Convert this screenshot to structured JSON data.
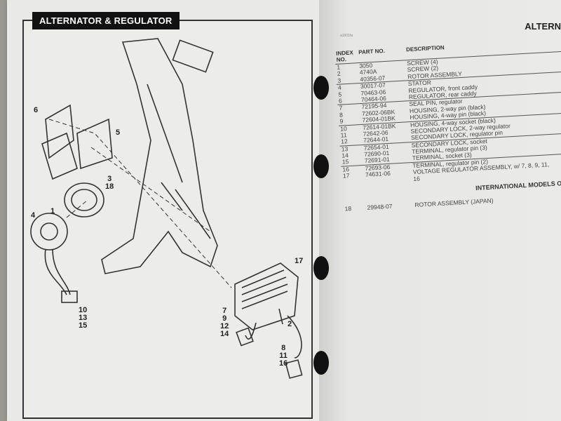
{
  "left_page": {
    "title": "ALTERNATOR & REGULATOR",
    "callouts": [
      {
        "id": "c6",
        "text": "6"
      },
      {
        "id": "c5",
        "text": "5"
      },
      {
        "id": "c3",
        "text": "3\n18"
      },
      {
        "id": "c1",
        "text": "1"
      },
      {
        "id": "c4",
        "text": "4"
      },
      {
        "id": "c10",
        "text": "10\n13\n15"
      },
      {
        "id": "c17",
        "text": "17"
      },
      {
        "id": "c7",
        "text": "7\n9\n12\n14"
      },
      {
        "id": "c2",
        "text": "2"
      },
      {
        "id": "c8",
        "text": "8\n11\n16"
      }
    ]
  },
  "right_page": {
    "title": "ALTERN",
    "figure_code": "a1001fa",
    "headers": {
      "index": "INDEX NO.",
      "part": "PART NO.",
      "description": "DESCRIPTION"
    },
    "rows": [
      {
        "index": "1",
        "part": "3050",
        "description": "SCREW (4)"
      },
      {
        "index": "2",
        "part": "4740A",
        "description": "SCREW (2)"
      },
      {
        "index": "3",
        "part": "40356-07",
        "description": "ROTOR ASSEMBLY"
      },
      {
        "index": "4",
        "part": "30017-07",
        "description": "STATOR"
      },
      {
        "index": "5",
        "part": "70463-06",
        "description": "REGULATOR, front caddy"
      },
      {
        "index": "6",
        "part": "70464-06",
        "description": "REGULATOR, rear caddy"
      },
      {
        "index": "7",
        "part": "72195-94",
        "description": "SEAL PIN, regulator"
      },
      {
        "index": "8",
        "part": "72602-06BK",
        "description": "HOUSING, 2-way pin (black)"
      },
      {
        "index": "9",
        "part": "72604-01BK",
        "description": "HOUSING, 4-way pin (black)"
      },
      {
        "index": "10",
        "part": "72614-01BK",
        "description": "HOUSING, 4-way socket (black)"
      },
      {
        "index": "11",
        "part": "72642-06",
        "description": "SECONDARY LOCK, 2-way regulator"
      },
      {
        "index": "12",
        "part": "72644-01",
        "description": "SECONDARY LOCK, regulator pin"
      },
      {
        "index": "13",
        "part": "72654-01",
        "description": "SECONDARY LOCK, socket"
      },
      {
        "index": "14",
        "part": "72690-01",
        "description": "TERMINAL, regulator pin (3)"
      },
      {
        "index": "15",
        "part": "72691-01",
        "description": "TERMINAL, socket (3)"
      },
      {
        "index": "16",
        "part": "72693-06",
        "description": "TERMINAL, regulator pin (2)"
      },
      {
        "index": "17",
        "part": "74631-06",
        "description": "VOLTAGE REGULATOR ASSEMBLY, w/ 7, 8, 9, 11,"
      },
      {
        "index": "",
        "part": "",
        "description": "16"
      }
    ],
    "intl_heading": "INTERNATIONAL MODELS ONLY",
    "intl_rows": [
      {
        "index": "18",
        "part": "29948-07",
        "description": "ROTOR ASSEMBLY (JAPAN)"
      }
    ]
  }
}
